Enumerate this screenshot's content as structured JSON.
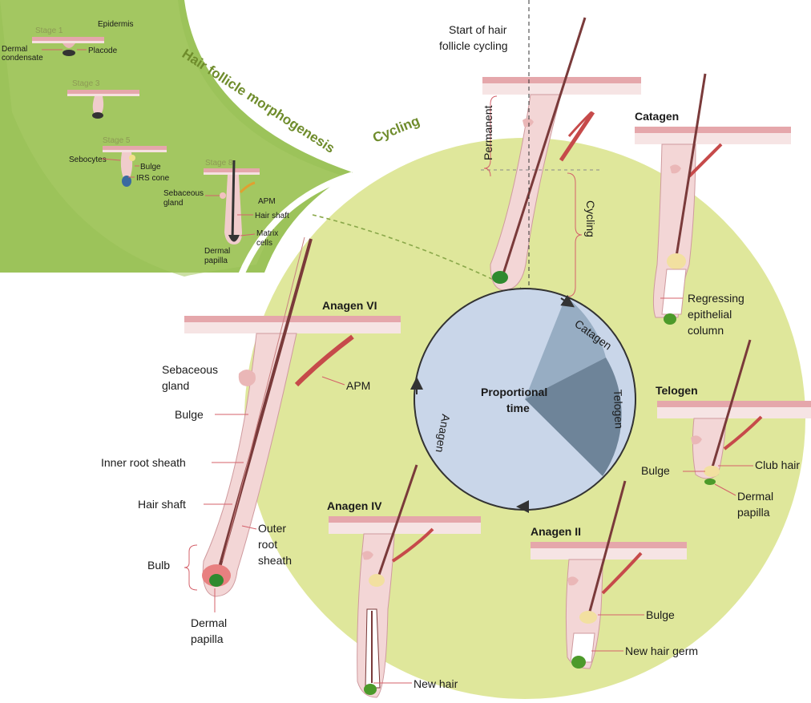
{
  "morphogenesis": {
    "title": "Hair follicle morphogenesis",
    "stage1": "Stage 1",
    "stage3": "Stage 3",
    "stage5": "Stage 5",
    "stage8": "Stage 8",
    "epidermis": "Epidermis",
    "dermal_condensate_1": "Dermal",
    "dermal_condensate_2": "condensate",
    "placode": "Placode",
    "sebocytes": "Sebocytes",
    "bulge": "Bulge",
    "irs_cone": "IRS cone",
    "sebaceous_gland_1": "Sebaceous",
    "sebaceous_gland_2": "gland",
    "apm": "APM",
    "hair_shaft": "Hair shaft",
    "matrix_cells_1": "Matrix",
    "matrix_cells_2": "cells",
    "dermal_papilla_1": "Dermal",
    "dermal_papilla_2": "papilla"
  },
  "cycling": {
    "title": "Cycling",
    "start_1": "Start of hair",
    "start_2": "follicle cycling",
    "permanent": "Permanent",
    "cycling_bracket": "Cycling"
  },
  "catagen": {
    "title": "Catagen",
    "regressing_1": "Regressing",
    "regressing_2": "epithelial",
    "regressing_3": "column"
  },
  "telogen": {
    "title": "Telogen",
    "bulge": "Bulge",
    "club_hair": "Club hair",
    "dermal_papilla_1": "Dermal",
    "dermal_papilla_2": "papilla"
  },
  "anagen2": {
    "title": "Anagen II",
    "bulge": "Bulge",
    "new_hair_germ": "New hair germ"
  },
  "anagen4": {
    "title": "Anagen IV",
    "new_hair": "New hair"
  },
  "anagen6": {
    "title": "Anagen VI",
    "sebaceous_gland_1": "Sebaceous",
    "sebaceous_gland_2": "gland",
    "apm": "APM",
    "bulge": "Bulge",
    "inner_root_sheath": "Inner root sheath",
    "hair_shaft": "Hair shaft",
    "outer_root_sheath_1": "Outer",
    "outer_root_sheath_2": "root",
    "outer_root_sheath_3": "sheath",
    "bulb": "Bulb",
    "dermal_papilla_1": "Dermal",
    "dermal_papilla_2": "papilla"
  },
  "pie": {
    "center_1": "Proportional",
    "center_2": "time",
    "anagen": "Anagen",
    "catagen": "Catagen",
    "telogen": "Telogen"
  },
  "colors": {
    "morph_bg": "#9cc35a",
    "cycle_bg": "#dfe79b",
    "anagen_slice": "#c9d6e9",
    "catagen_slice": "#97adc3",
    "telogen_slice": "#6e8499",
    "hair": "#7a3a3a",
    "apm": "#c64a4a"
  }
}
